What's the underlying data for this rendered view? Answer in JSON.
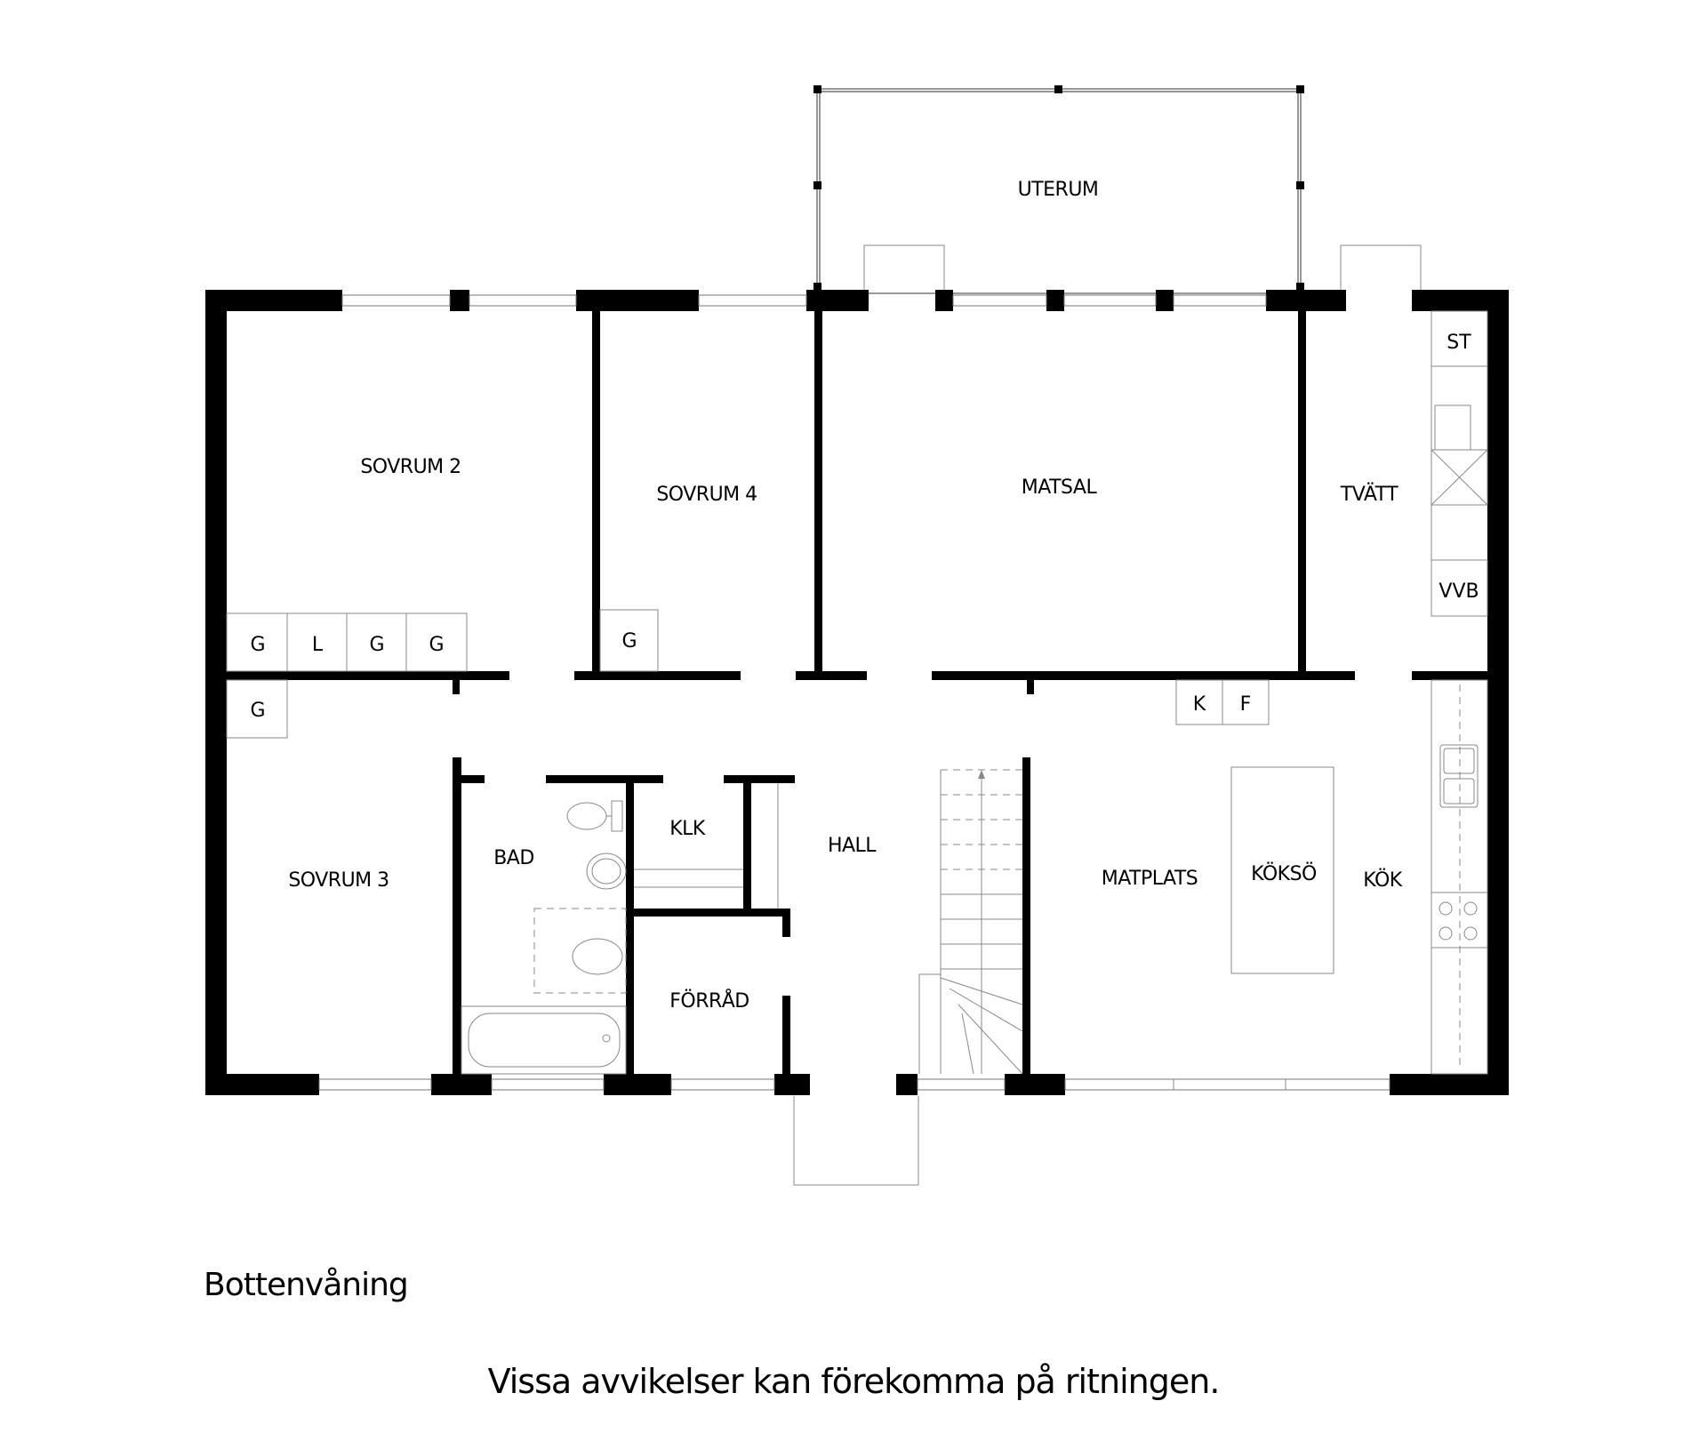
{
  "rooms": {
    "uterum": "UTERUM",
    "sovrum2": "SOVRUM 2",
    "sovrum4": "SOVRUM 4",
    "matsal": "MATSAL",
    "tvatt": "TVÄTT",
    "sovrum3": "SOVRUM 3",
    "bad": "BAD",
    "klk": "KLK",
    "hall": "HALL",
    "forrad": "FÖRRÅD",
    "matplats": "MATPLATS",
    "kokso": "KÖKSÖ",
    "kok": "KÖK"
  },
  "fixtures": {
    "st": "ST",
    "vvb": "VVB",
    "g": "G",
    "l": "L",
    "k": "K",
    "f": "F"
  },
  "captions": {
    "floor": "Bottenvåning",
    "note": "Vissa avvikelser kan förekomma på ritningen."
  }
}
